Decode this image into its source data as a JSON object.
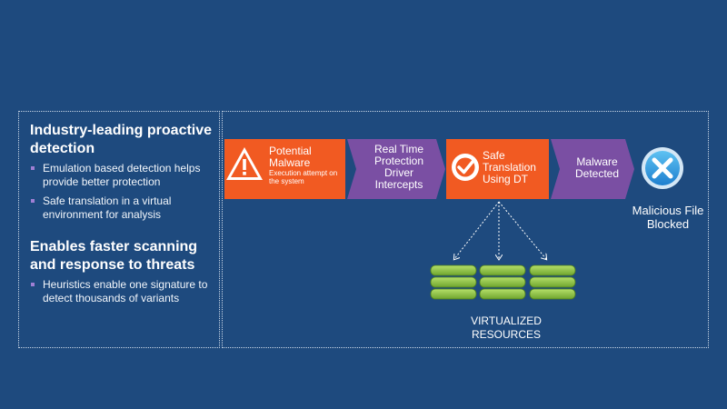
{
  "left_panel": {
    "sections": [
      {
        "heading": "Industry-leading proactive detection",
        "bullets": [
          "Emulation based detection helps provide better protection",
          "Safe translation in a virtual environment for analysis"
        ]
      },
      {
        "heading": "Enables faster scanning and response to threats",
        "bullets": [
          "Heuristics enable one signature to detect thousands of variants"
        ]
      }
    ]
  },
  "flow": {
    "potential_malware": {
      "title": "Potential Malware",
      "subtitle": "Execution attempt on the system"
    },
    "real_time": "Real Time Protection Driver Intercepts",
    "safe_translation": "Safe Translation Using DT",
    "malware_detected": "Malware Detected",
    "blocked": "Malicious File Blocked",
    "resources": "VIRTUALIZED RESOURCES"
  },
  "colors": {
    "background": "#1e4a7e",
    "orange": "#f15a22",
    "purple": "#7a4fa3",
    "green": "#8dc63f",
    "blue_icon": "#2b9be0"
  },
  "icons": {
    "warning": "warning-icon",
    "check": "check-circle-icon",
    "blocked": "blocked-x-icon",
    "database": "database-stack-icon"
  }
}
